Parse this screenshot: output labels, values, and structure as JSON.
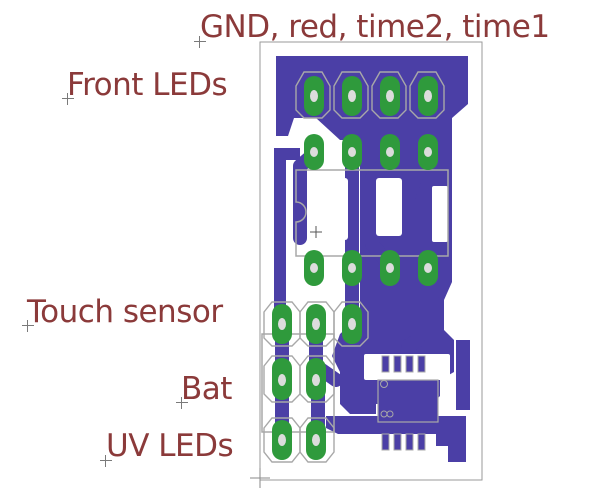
{
  "labels": {
    "header": "GND, red, time2, time1",
    "front_leds": "Front LEDs",
    "touch_sensor": "Touch sensor",
    "bat": "Bat",
    "uv_leds": "UV LEDs"
  },
  "colors": {
    "label_text": "#8b3a3a",
    "copper_pour": "#4b3fa6",
    "pad": "#2f9a3c",
    "pad_hole": "#dcdcdc",
    "silkscreen": "#a8a8a8",
    "board_outline": "#9a9a9a",
    "background": "#ffffff"
  }
}
